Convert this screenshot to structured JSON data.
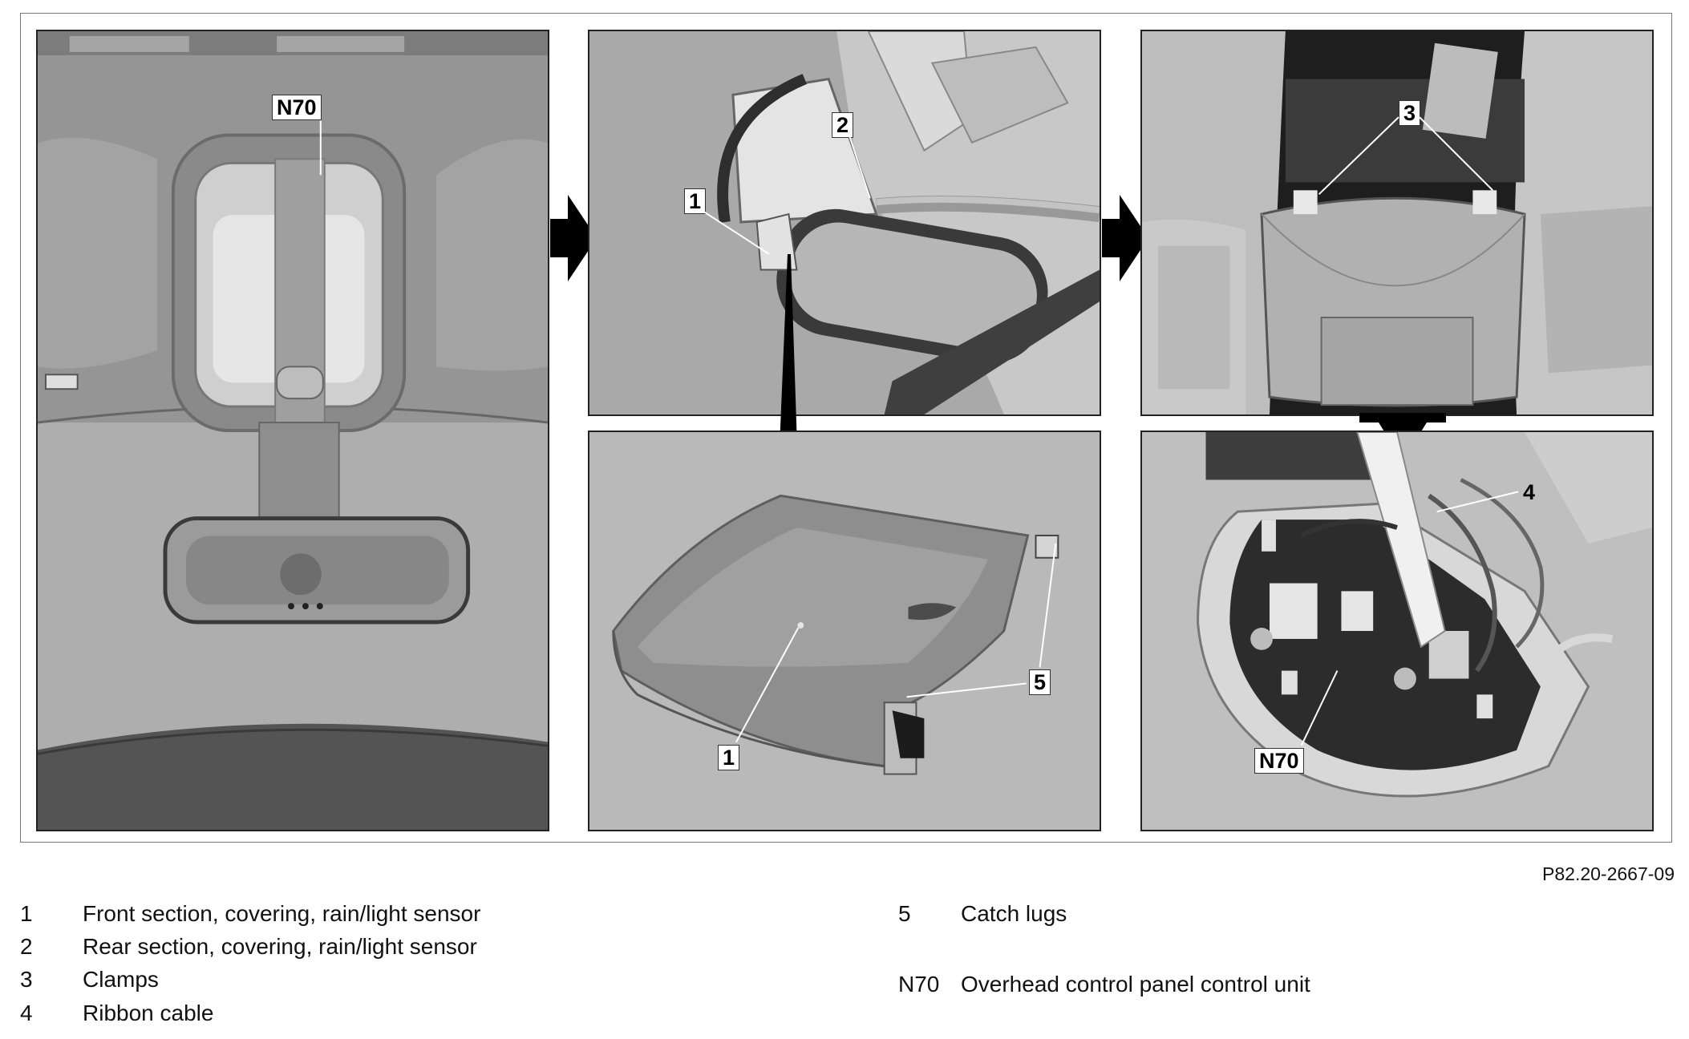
{
  "figure_ref": "P82.20-2667-09",
  "callouts": {
    "p1_n70": "N70",
    "p2_1": "1",
    "p2_2": "2",
    "p3_3": "3",
    "p4_1": "1",
    "p4_5": "5",
    "p5_4": "4",
    "p5_n70": "N70"
  },
  "legend": [
    {
      "num": "1",
      "desc": "Front section, covering, rain/light sensor"
    },
    {
      "num": "2",
      "desc": "Rear section, covering, rain/light sensor"
    },
    {
      "num": "3",
      "desc": "Clamps"
    },
    {
      "num": "4",
      "desc": "Ribbon cable"
    },
    {
      "num": "5",
      "desc": "Catch lugs"
    },
    {
      "num": "N70",
      "desc": "Overhead control panel control unit"
    }
  ]
}
